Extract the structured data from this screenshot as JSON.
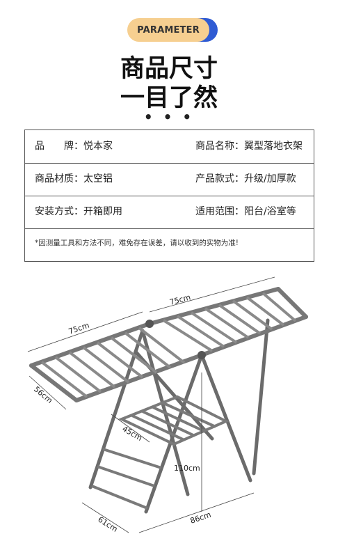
{
  "badge": "PARAMETER",
  "title": {
    "line1": "商品尺寸",
    "line2": "一目了然"
  },
  "dots": "• • •",
  "specs": [
    {
      "label": "品　　牌：",
      "value": "悦本家",
      "label2": "商品名称：",
      "value2": "翼型落地衣架"
    },
    {
      "label": "商品材质：",
      "value": "太空铝",
      "label2": "产品款式：",
      "value2": "升级/加厚款"
    },
    {
      "label": "安装方式：",
      "value": "开箱即用",
      "label2": "适用范围：",
      "value2": "阳台/浴室等"
    }
  ],
  "note": "*因测量工具和方法不同，难免存在误差，请以收到的实物为准!",
  "dimensions": {
    "top_right": "75cm",
    "top_left": "75cm",
    "depth": "56cm",
    "shelf": "45cm",
    "height": "110cm",
    "base_depth": "61cm",
    "base_width": "86cm"
  },
  "colors": {
    "badge_fill": "#f6cf90",
    "badge_shadow": "#2f5bd3",
    "frame": "#6b6b6b"
  }
}
